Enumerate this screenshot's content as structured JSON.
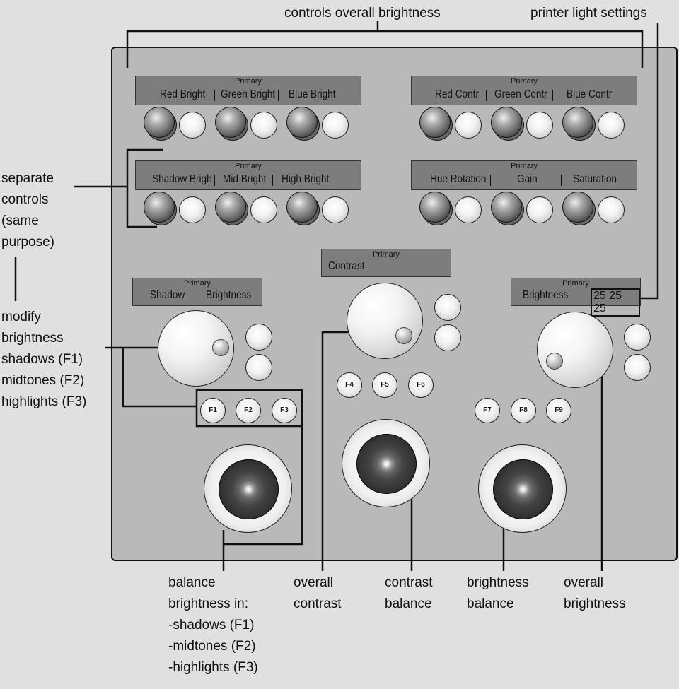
{
  "annotations": {
    "top_center": "controls overall brightness",
    "top_right": "printer light settings",
    "separate": [
      "separate",
      "controls",
      "(same",
      "purpose)"
    ],
    "modify": [
      "modify",
      "brightness",
      "shadows (F1)",
      "midtones (F2)",
      "highlights (F3)"
    ],
    "balance": [
      "balance",
      "brightness in:",
      "-shadows (F1)",
      "-midtones (F2)",
      "-highlights (F3)"
    ],
    "overall_contrast": [
      "overall",
      "contrast"
    ],
    "contrast_balance": [
      "contrast",
      "balance"
    ],
    "brightness_balance": [
      "brightness",
      "balance"
    ],
    "overall_brightness": [
      "overall",
      "brightness"
    ]
  },
  "displays": {
    "rgb_bright": {
      "primary": "Primary",
      "labels": [
        "Red Bright",
        "Green Bright",
        "Blue Bright"
      ]
    },
    "rgb_contr": {
      "primary": "Primary",
      "labels": [
        "Red Contr",
        "Green Contr",
        "Blue Contr"
      ]
    },
    "tone": {
      "primary": "Primary",
      "labels": [
        "Shadow Brigh",
        "Mid Bright",
        "High Bright"
      ]
    },
    "color": {
      "primary": "Primary",
      "labels": [
        "Hue Rotation",
        "Gain",
        "Saturation"
      ]
    },
    "shadow": {
      "primary": "Primary",
      "labels": [
        "Shadow",
        "Brightness"
      ]
    },
    "contrast": {
      "primary": "Primary",
      "labels": [
        "Contrast"
      ]
    },
    "brightness": {
      "primary": "Primary",
      "labels": [
        "Brightness"
      ],
      "readout": "25 25 25"
    }
  },
  "function_buttons": [
    "F1",
    "F2",
    "F3",
    "F4",
    "F5",
    "F6",
    "F7",
    "F8",
    "F9"
  ]
}
